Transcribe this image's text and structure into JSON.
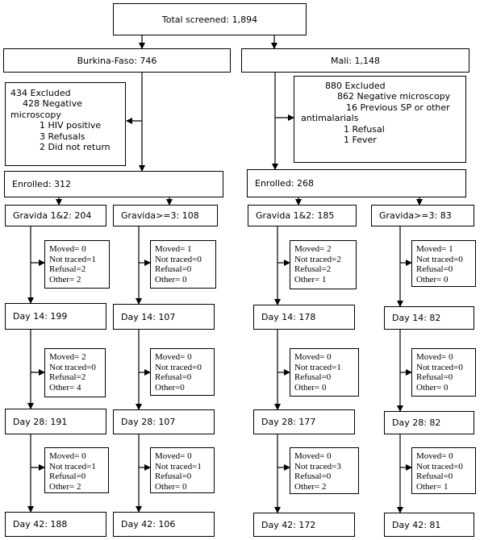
{
  "total": "Total screened: 1,894",
  "burkina": {
    "country": "Burkina-Faso: 746",
    "excluded": {
      "title": "434 Excluded",
      "neg1": "428 Negative",
      "neg2": "microscopy",
      "hiv": "1 HIV positive",
      "ref": "3 Refusals",
      "noreturn": "2 Did not return"
    },
    "enrolled": "Enrolled: 312",
    "g12": {
      "group": "Gravida 1&2: 204",
      "out1": {
        "moved": "Moved= 0",
        "nt": "Not traced=1",
        "ref": "Refusal=2",
        "other": "Other= 2"
      },
      "d14": "Day 14: 199",
      "out2": {
        "moved": "Moved= 2",
        "nt": "Not traced=0",
        "ref": "Refusal=2",
        "other": "Other= 4"
      },
      "d28": "Day 28: 191",
      "out3": {
        "moved": "Moved= 0",
        "nt": "Not traced=1",
        "ref": "Refusal=0",
        "other": "Other= 2"
      },
      "d42": "Day 42: 188"
    },
    "g3": {
      "group": "Gravida>=3: 108",
      "out1": {
        "moved": "Moved= 1",
        "nt": "Not traced=0",
        "ref": "Refusal=0",
        "other": "Other= 0"
      },
      "d14": "Day 14: 107",
      "out2": {
        "moved": "Moved= 0",
        "nt": "Not traced=0",
        "ref": "Refusal=0",
        "other": "Other=0"
      },
      "d28": "Day 28: 107",
      "out3": {
        "moved": "Moved= 0",
        "nt": "Not traced=1",
        "ref": "Refusal=0",
        "other": "Other= 0"
      },
      "d42": "Day 42: 106"
    }
  },
  "mali": {
    "country": "Mali: 1,148",
    "excluded": {
      "title": "880 Excluded",
      "neg": "862 Negative microscopy",
      "sp1": "16 Previous SP or other",
      "sp2": "antimalarials",
      "ref": "1 Refusal",
      "fever": "1 Fever"
    },
    "enrolled": "Enrolled: 268",
    "g12": {
      "group": "Gravida 1&2: 185",
      "out1": {
        "moved": "Moved= 2",
        "nt": "Not traced=2",
        "ref": "Refusal=2",
        "other": "Other= 1"
      },
      "d14": "Day 14: 178",
      "out2": {
        "moved": "Moved= 0",
        "nt": "Not traced=1",
        "ref": "Refusal=0",
        "other": "Other= 0"
      },
      "d28": "Day 28: 177",
      "out3": {
        "moved": "Moved= 0",
        "nt": "Not traced=3",
        "ref": "Refusal=0",
        "other": "Other= 2"
      },
      "d42": "Day 42: 172"
    },
    "g3": {
      "group": "Gravida>=3: 83",
      "out1": {
        "moved": "Moved= 1",
        "nt": "Not traced=0",
        "ref": "Refusal=0",
        "other": "Other= 0"
      },
      "d14": "Day 14: 82",
      "out2": {
        "moved": "Moved= 0",
        "nt": "Not traced=0",
        "ref": "Refusal=0",
        "other": "Other= 0"
      },
      "d28": "Day 28: 82",
      "out3": {
        "moved": "Moved= 0",
        "nt": "Not traced=0",
        "ref": "Refusal=0",
        "other": "Other= 1"
      },
      "d42": "Day 42: 81"
    }
  }
}
